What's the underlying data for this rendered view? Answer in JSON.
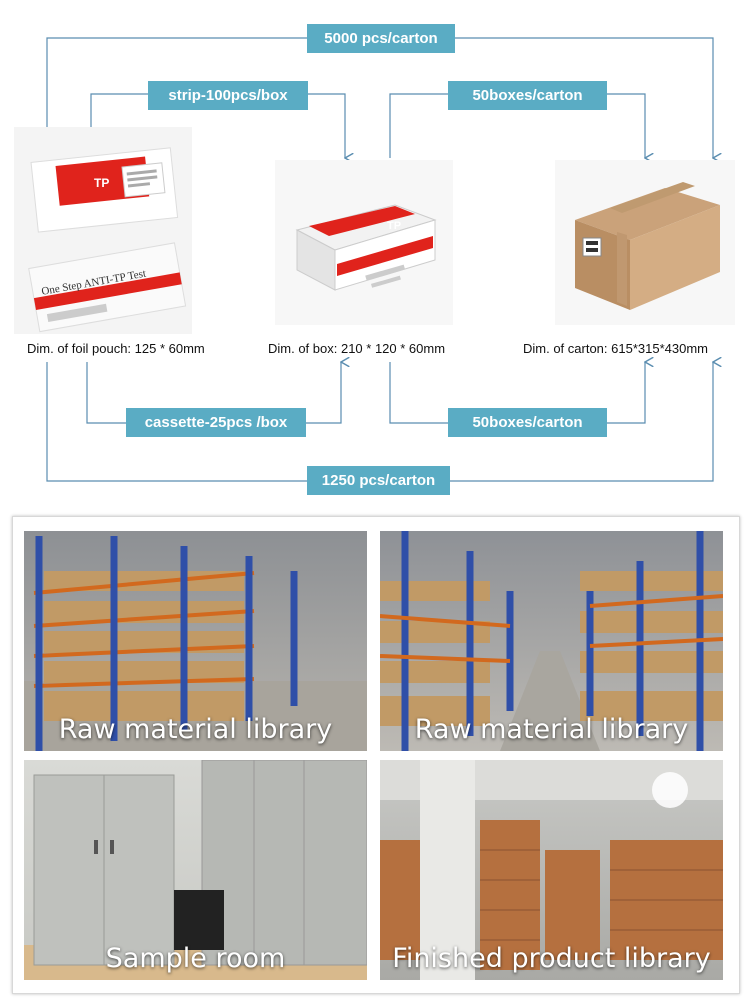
{
  "labels": {
    "carton_5000": "5000 pcs/carton",
    "strip_box": "strip-100pcs/box",
    "boxes_carton_top": "50boxes/carton",
    "cassette_box": "cassette-25pcs /box",
    "boxes_carton_bottom": "50boxes/carton",
    "carton_1250": "1250 pcs/carton"
  },
  "dimensions": {
    "pouch": "Dim. of foil pouch: 125 * 60mm",
    "box": "Dim. of box: 210 * 120 * 60mm",
    "carton": "Dim. of carton: 615*315*430mm"
  },
  "product": {
    "pouch_top_badge": "TP",
    "pouch_bottom_text": "One Step ANTI-TP Test",
    "box_badge": "TP"
  },
  "photos": {
    "top_left": "Raw material library",
    "top_right": "Raw material library",
    "bottom_left": "Sample room",
    "bottom_right": "Finished product library"
  },
  "colors": {
    "label_bg": "#5aacc4",
    "connector": "#5a8db0",
    "product_red": "#e0231c",
    "rack_blue": "#2f4fa8",
    "rack_orange": "#d2691e"
  }
}
